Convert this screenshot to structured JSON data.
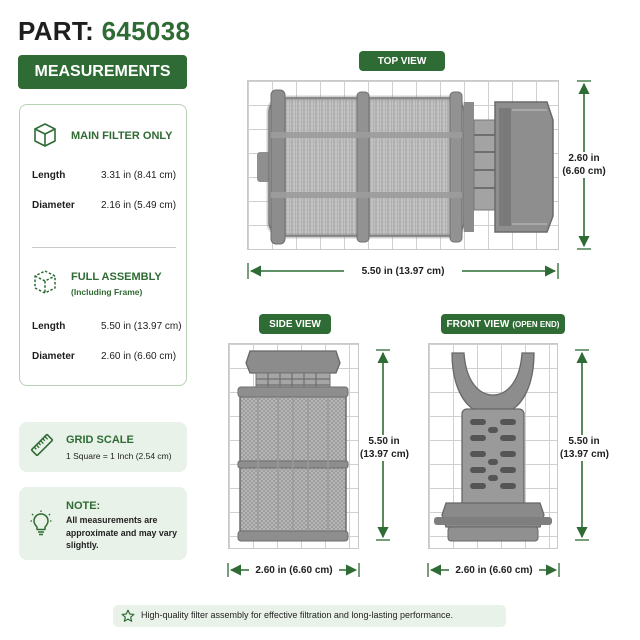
{
  "header": {
    "part_label": "PART:",
    "part_number": "645038"
  },
  "measurements_banner": "MEASUREMENTS",
  "main_filter": {
    "title": "MAIN FILTER ONLY",
    "icon": "cube-icon",
    "length_label": "Length",
    "length_value": "3.31 in (8.41 cm)",
    "diameter_label": "Diameter",
    "diameter_value": "2.16 in (5.49 cm)"
  },
  "full_assembly": {
    "title": "FULL ASSEMBLY",
    "subtitle": "(Including Frame)",
    "icon": "dashed-cube-icon",
    "length_label": "Length",
    "length_value": "5.50 in (13.97 cm)",
    "diameter_label": "Diameter",
    "diameter_value": "2.60 in (6.60 cm)"
  },
  "grid_scale": {
    "icon": "ruler-icon",
    "title": "GRID SCALE",
    "text": "1 Square = 1 Inch (2.54 cm)"
  },
  "note": {
    "icon": "lightbulb-icon",
    "title": "NOTE:",
    "text": "All measurements are approximate and may vary slightly."
  },
  "top_view": {
    "label": "TOP VIEW",
    "width_dim": "5.50 in (13.97 cm)",
    "height_dim_in": "2.60 in",
    "height_dim_cm": "(6.60 cm)"
  },
  "side_view": {
    "label": "SIDE VIEW",
    "height_dim_in": "5.50 in",
    "height_dim_cm": "(13.97 cm)",
    "width_dim": "2.60 in (6.60 cm)"
  },
  "front_view": {
    "label": "FRONT VIEW",
    "label_suffix": "(OPEN END)",
    "height_dim_in": "5.50 in",
    "height_dim_cm": "(13.97 cm)",
    "width_dim": "2.60 in (6.60 cm)"
  },
  "footer": {
    "icon": "star-icon",
    "text": "High-quality filter assembly for effective filtration and long-lasting performance."
  },
  "colors": {
    "brand_green": "#2f6b34",
    "light_green": "#e9f2e8",
    "card_border": "#b8d1b5",
    "part_gray": "#8a8a8a"
  }
}
